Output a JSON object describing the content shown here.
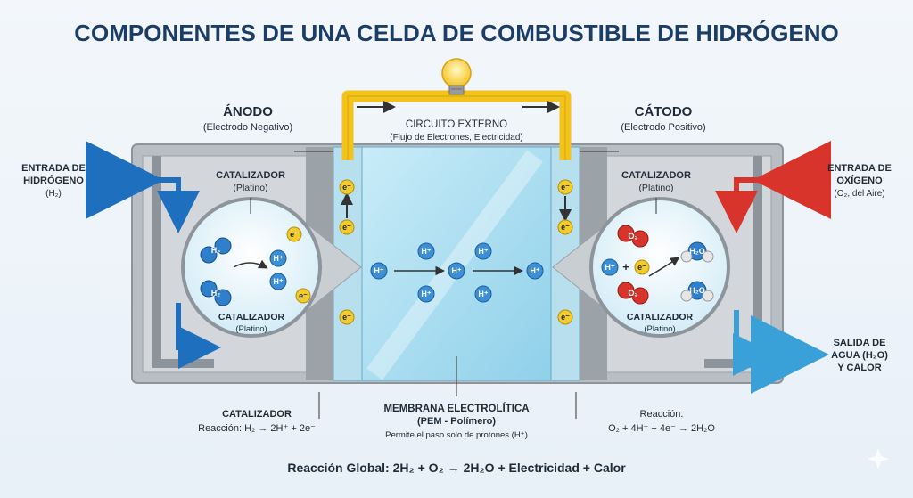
{
  "title": "COMPONENTES DE UNA CELDA DE COMBUSTIBLE DE HIDRÓGENO",
  "anode": {
    "title": "ÁNODO",
    "subtitle": "(Electrodo Negativo)"
  },
  "cathode": {
    "title": "CÁTODO",
    "subtitle": "(Electrodo Positivo)"
  },
  "circuit": {
    "title": "CIRCUITO EXTERNO",
    "subtitle": "(Flujo de Electrones, Electricidad)"
  },
  "inlet_h2": {
    "line1": "ENTRADA DE",
    "line2": "HIDRÓGENO",
    "line3": "(H₂)"
  },
  "inlet_o2": {
    "line1": "ENTRADA DE",
    "line2": "OXÍGENO",
    "line3": "(O₂, del Aire)"
  },
  "outlet": {
    "line1": "SALIDA DE",
    "line2": "AGUA (H₂O)",
    "line3": "Y CALOR"
  },
  "catalyst_label": "CATALIZADOR",
  "platinum_label": "(Platino)",
  "platinum_small": "(Platino)",
  "anode_reaction": {
    "title": "CATALIZADOR",
    "text": "Reacción: H₂ → 2H⁺ + 2e⁻"
  },
  "cathode_reaction": {
    "title": "Reacción:",
    "text": "O₂ + 4H⁺ + 4e⁻ → 2H₂O"
  },
  "membrane": {
    "line1": "MEMBRANA ELECTROLÍTICA",
    "line2": "(PEM - Polímero)",
    "line3": "Permite el paso solo de protones (H⁺)"
  },
  "global_reaction": "Reacción Global: 2H₂ + O₂ → 2H₂O + Electricidad + Calor",
  "particles": {
    "electron": "e⁻",
    "proton": "H⁺",
    "hydrogen": "H₂",
    "oxygen": "O₂",
    "water": "H₂O",
    "plus": "+"
  },
  "colors": {
    "title": "#1c3d66",
    "hydrogen_arrow": "#1f6fbf",
    "oxygen_arrow": "#d9342b",
    "circuit": "#f3c21b",
    "membrane": "#a9ddf0",
    "electron": "#f2cc2f"
  }
}
